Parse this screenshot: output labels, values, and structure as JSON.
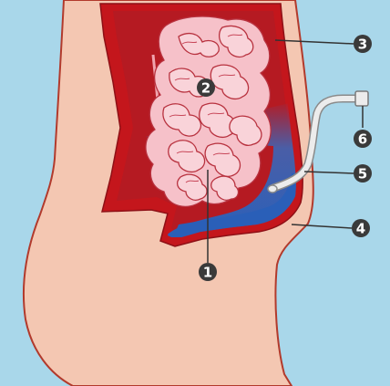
{
  "colors": {
    "background": "#a9d7ea",
    "skin": "#f4c7b2",
    "outline": "#b23a2c",
    "abdomen_wall": "#c4161c",
    "intestine": "#f6c1c9",
    "intestine_edge": "#b8323f",
    "peritoneal_fluid": "#2f6fc8",
    "catheter": "#e9e9e9",
    "badge": "#3a3a3a",
    "leader": "#333333"
  },
  "icons": {
    "catheter_cap": "square-cap-icon"
  },
  "labels": [
    {
      "id": "1",
      "text": "1"
    },
    {
      "id": "2",
      "text": "2"
    },
    {
      "id": "3",
      "text": "3"
    },
    {
      "id": "4",
      "text": "4"
    },
    {
      "id": "5",
      "text": "5"
    },
    {
      "id": "6",
      "text": "6"
    }
  ]
}
